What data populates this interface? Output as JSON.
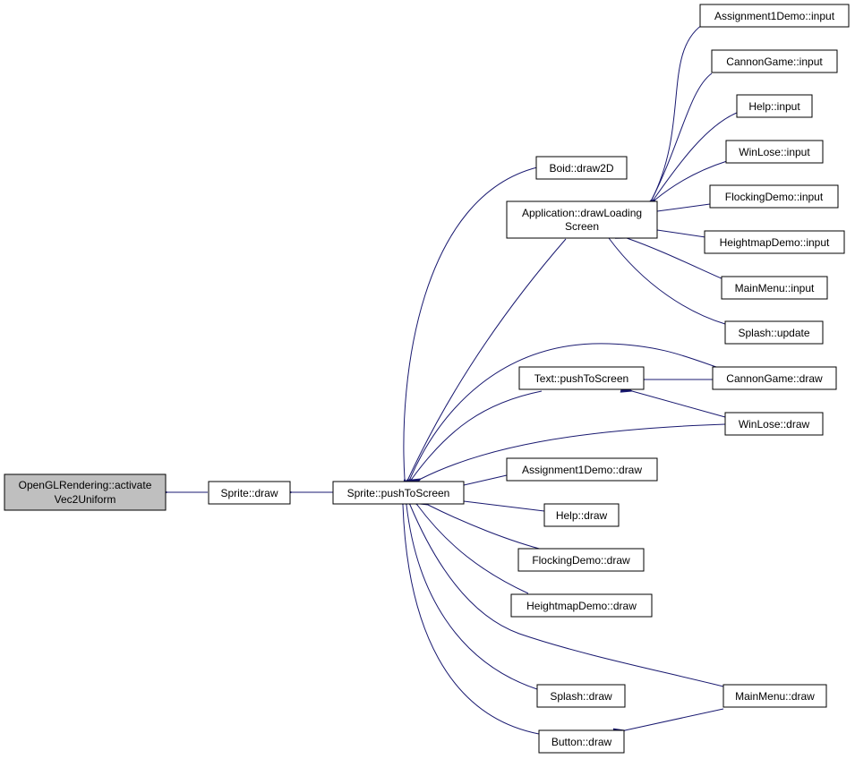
{
  "nodes": {
    "root": [
      "OpenGLRendering::activate",
      "Vec2Uniform"
    ],
    "sprite_draw": [
      "Sprite::draw"
    ],
    "sprite_push": [
      "Sprite::pushToScreen"
    ],
    "boid_draw2d": [
      "Boid::draw2D"
    ],
    "app_loading": [
      "Application::drawLoading",
      "Screen"
    ],
    "text_push": [
      "Text::pushToScreen"
    ],
    "a1_draw": [
      "Assignment1Demo::draw"
    ],
    "help_draw": [
      "Help::draw"
    ],
    "flock_draw": [
      "FlockingDemo::draw"
    ],
    "hm_draw": [
      "HeightmapDemo::draw"
    ],
    "splash_draw": [
      "Splash::draw"
    ],
    "button_draw": [
      "Button::draw"
    ],
    "a1_input": [
      "Assignment1Demo::input"
    ],
    "cannon_input": [
      "CannonGame::input"
    ],
    "help_input": [
      "Help::input"
    ],
    "winlose_input": [
      "WinLose::input"
    ],
    "flock_input": [
      "FlockingDemo::input"
    ],
    "hm_input": [
      "HeightmapDemo::input"
    ],
    "mm_input": [
      "MainMenu::input"
    ],
    "splash_update": [
      "Splash::update"
    ],
    "cannon_draw": [
      "CannonGame::draw"
    ],
    "winlose_draw": [
      "WinLose::draw"
    ],
    "mm_draw": [
      "MainMenu::draw"
    ]
  },
  "colors": {
    "edge": "#191970",
    "root_fill": "#bfbfbf"
  }
}
